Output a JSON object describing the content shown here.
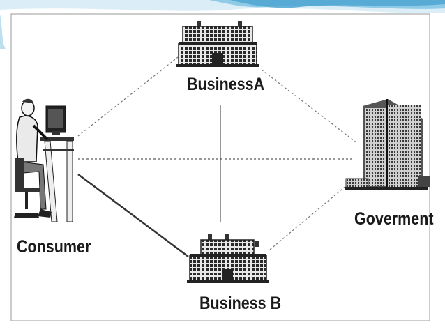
{
  "nodes": {
    "business_a": {
      "label": "BusinessA"
    },
    "business_b": {
      "label": "Business B"
    },
    "consumer": {
      "label": "Consumer"
    },
    "government": {
      "label": "Goverment"
    }
  },
  "colors": {
    "header_wave_light": "#dbeef7",
    "header_wave_mid": "#8fcbe6",
    "header_wave_dark": "#4aa3cf",
    "frame_border": "#9a9a9a",
    "line": "#333333",
    "dotted": "#777777"
  }
}
